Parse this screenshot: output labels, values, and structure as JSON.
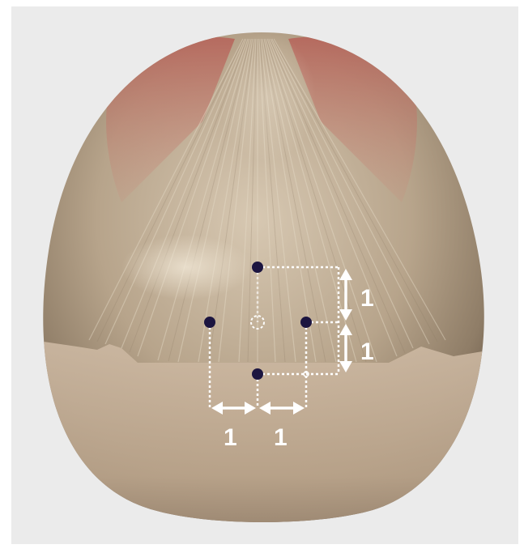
{
  "figure": {
    "points": [
      {
        "id": "p-top",
        "style": "filled"
      },
      {
        "id": "p-left",
        "style": "filled"
      },
      {
        "id": "p-right",
        "style": "filled"
      },
      {
        "id": "p-bottom",
        "style": "filled"
      },
      {
        "id": "p-center",
        "style": "dashed-circle"
      }
    ],
    "labels": {
      "vertical_upper": "1",
      "vertical_lower": "1",
      "horizontal_left": "1",
      "horizontal_right": "1"
    },
    "colors": {
      "point": "#1c1540",
      "guide": "#ffffff",
      "muscle": "#b86a63",
      "scalp": "#b9a891",
      "background": "#ebebeb"
    }
  }
}
